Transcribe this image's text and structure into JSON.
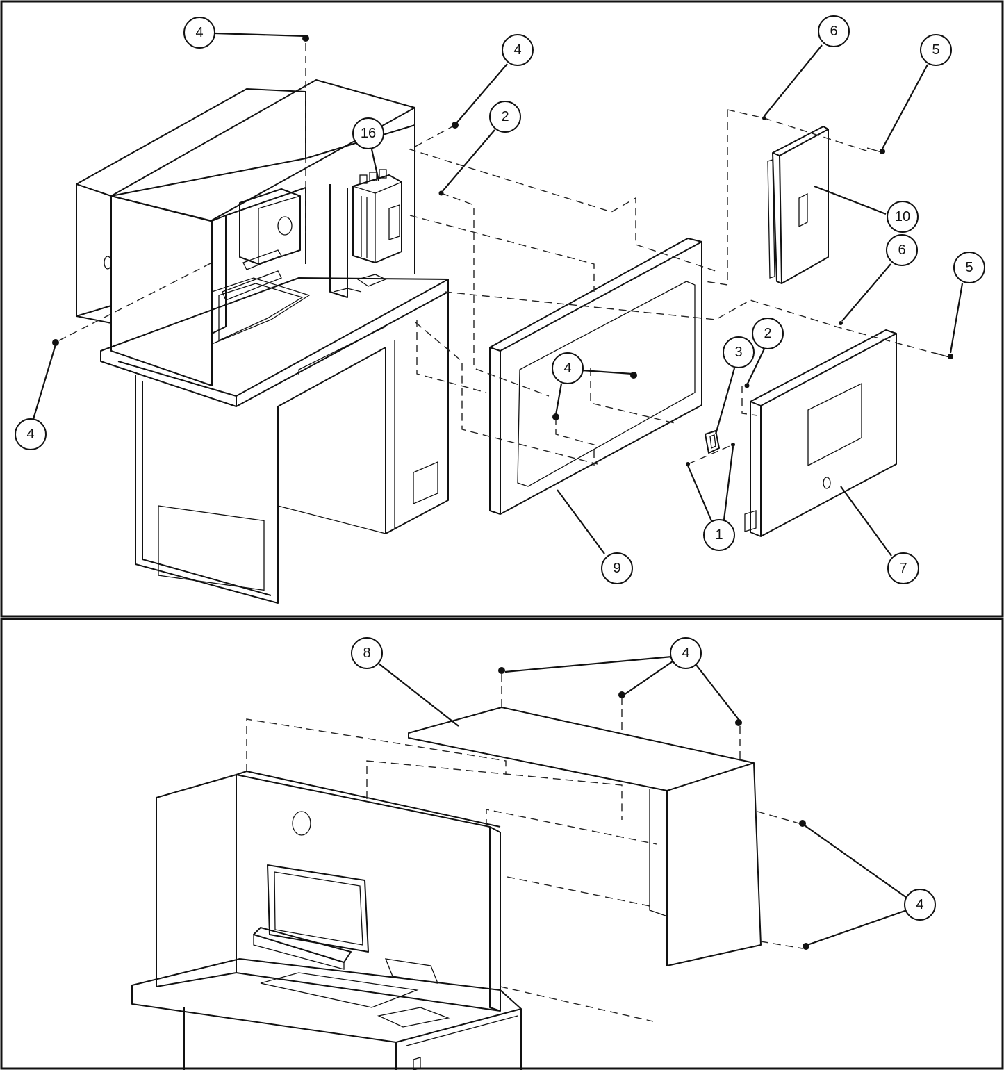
{
  "callouts": [
    {
      "label": "4"
    },
    {
      "label": "4"
    },
    {
      "label": "2"
    },
    {
      "label": "16"
    },
    {
      "label": "6"
    },
    {
      "label": "5"
    },
    {
      "label": "10"
    },
    {
      "label": "6"
    },
    {
      "label": "5"
    },
    {
      "label": "4"
    },
    {
      "label": "3"
    },
    {
      "label": "2"
    },
    {
      "label": "4"
    },
    {
      "label": "1"
    },
    {
      "label": "9"
    },
    {
      "label": "7"
    },
    {
      "label": "8"
    },
    {
      "label": "4"
    },
    {
      "label": "4"
    }
  ]
}
